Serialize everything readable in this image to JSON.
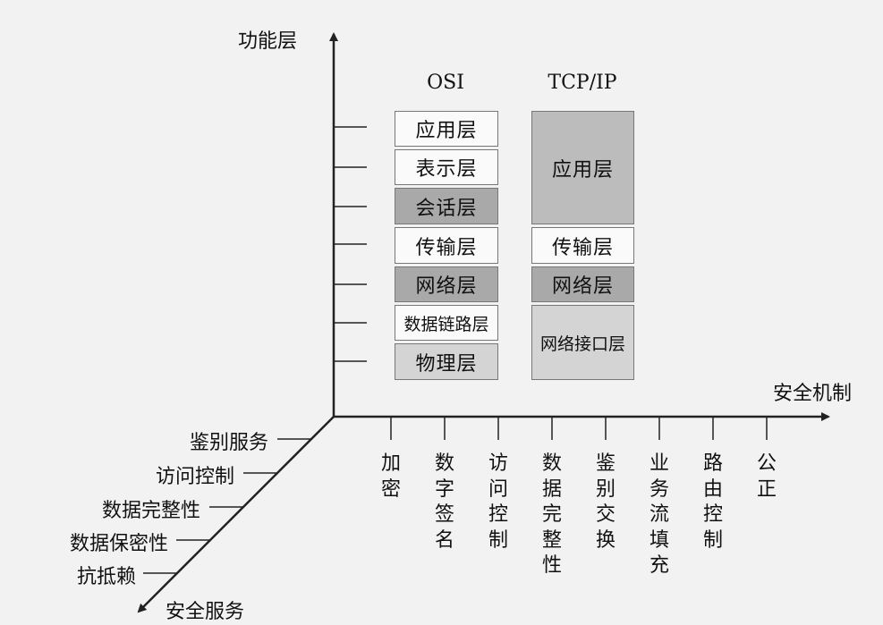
{
  "axes": {
    "function_layer": "功能层",
    "security_mechanism": "安全机制",
    "security_service": "安全服务"
  },
  "osi": {
    "title": "OSI",
    "layers": [
      "应用层",
      "表示层",
      "会话层",
      "传输层",
      "网络层",
      "数据链路层",
      "物理层"
    ]
  },
  "tcpip": {
    "title": "TCP/IP",
    "layers": [
      "应用层",
      "传输层",
      "网络层",
      "网络接口层"
    ]
  },
  "mechanisms": [
    "加密",
    "数字签名",
    "访问控制",
    "数据完整性",
    "鉴别交换",
    "业务流填充",
    "路由控制",
    "公正"
  ],
  "services": [
    "鉴别服务",
    "访问控制",
    "数据完整性",
    "数据保密性",
    "抗抵赖"
  ]
}
